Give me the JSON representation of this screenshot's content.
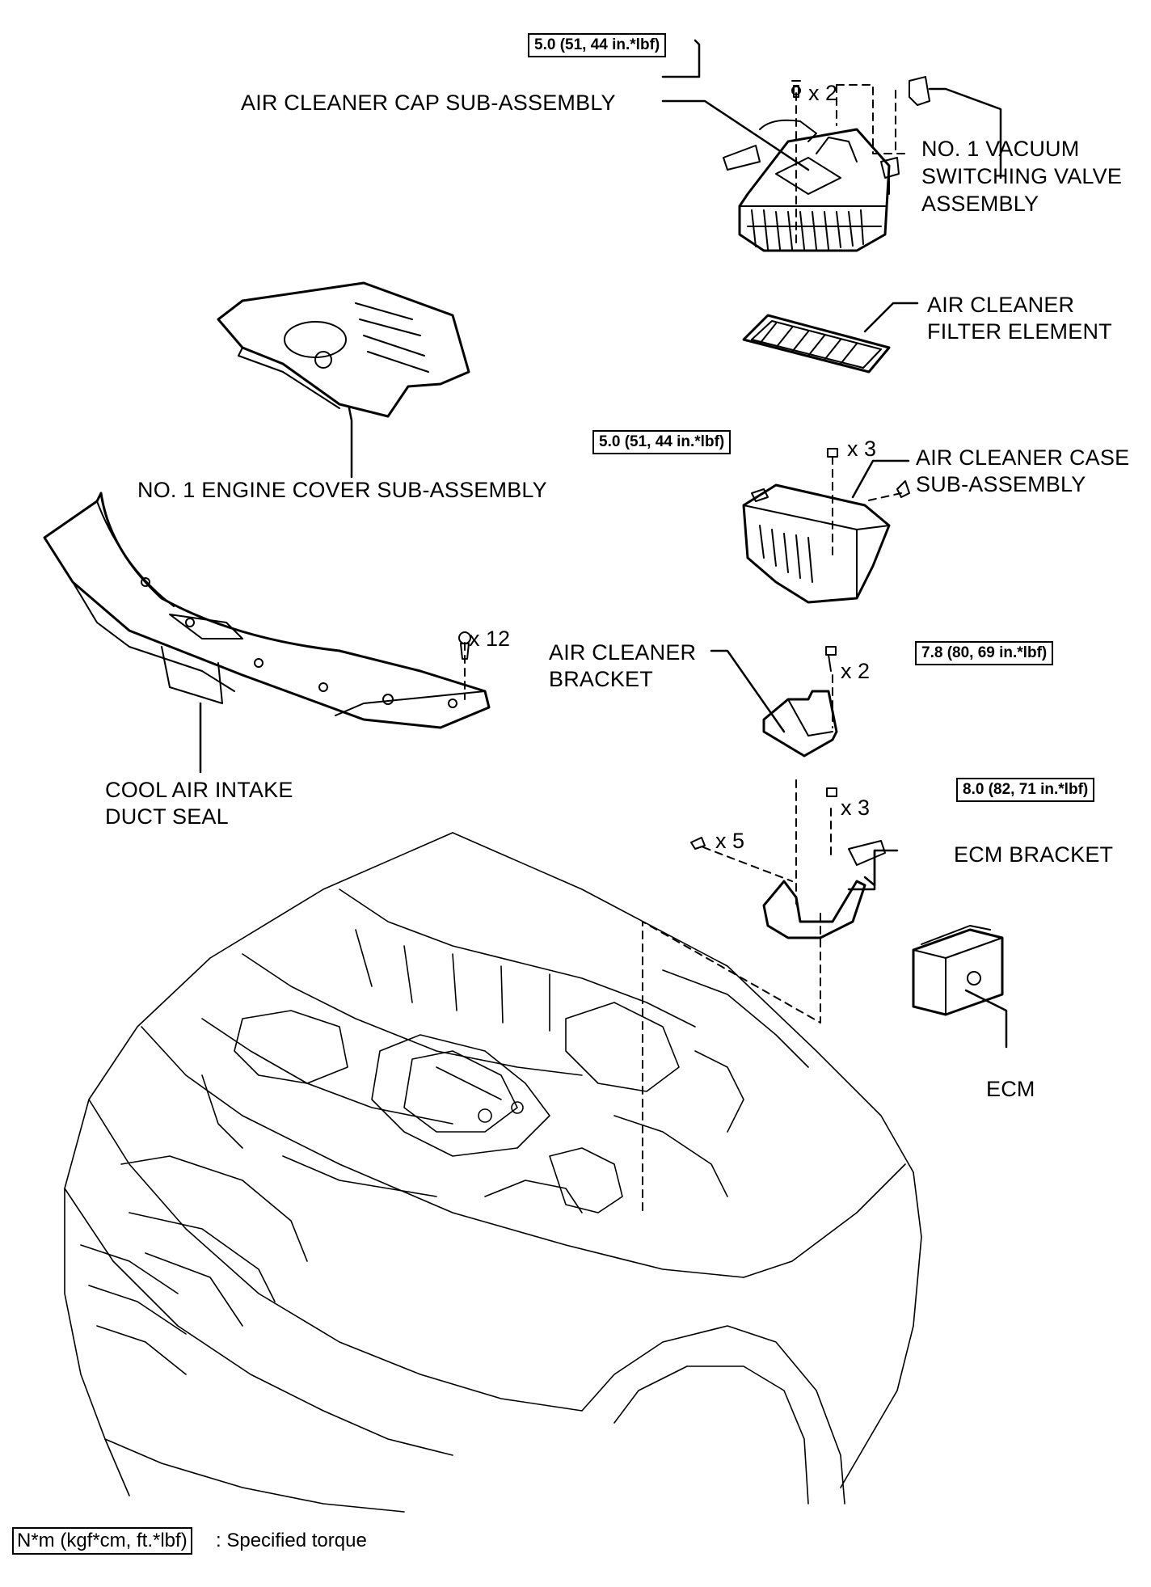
{
  "labels": {
    "air_cleaner_cap": "AIR CLEANER CAP SUB-ASSEMBLY",
    "vacuum_valve": [
      "NO. 1 VACUUM",
      "SWITCHING VALVE",
      "ASSEMBLY"
    ],
    "filter_element": [
      "AIR CLEANER",
      "FILTER ELEMENT"
    ],
    "engine_cover": "NO. 1 ENGINE COVER SUB-ASSEMBLY",
    "cleaner_case": [
      "AIR CLEANER CASE",
      "SUB-ASSEMBLY"
    ],
    "cleaner_bracket": [
      "AIR CLEANER",
      "BRACKET"
    ],
    "duct_seal": [
      "COOL AIR INTAKE",
      "DUCT SEAL"
    ],
    "ecm_bracket": "ECM BRACKET",
    "ecm": "ECM"
  },
  "torques": {
    "cap": "5.0 (51, 44 in.*lbf)",
    "case": "5.0 (51, 44 in.*lbf)",
    "cleaner_bracket": "7.8 (80, 69 in.*lbf)",
    "ecm_bracket": "8.0 (82, 71 in.*lbf)"
  },
  "quantities": {
    "cap": "x 2",
    "case": "x 3",
    "duct_seal": "x 12",
    "cleaner_bracket": "x 2",
    "ecm_bracket_bolts": "x 3",
    "ecm_bracket_screws": "x 5"
  },
  "legend": {
    "unit": "N*m (kgf*cm, ft.*lbf)",
    "text": ": Specified torque"
  }
}
